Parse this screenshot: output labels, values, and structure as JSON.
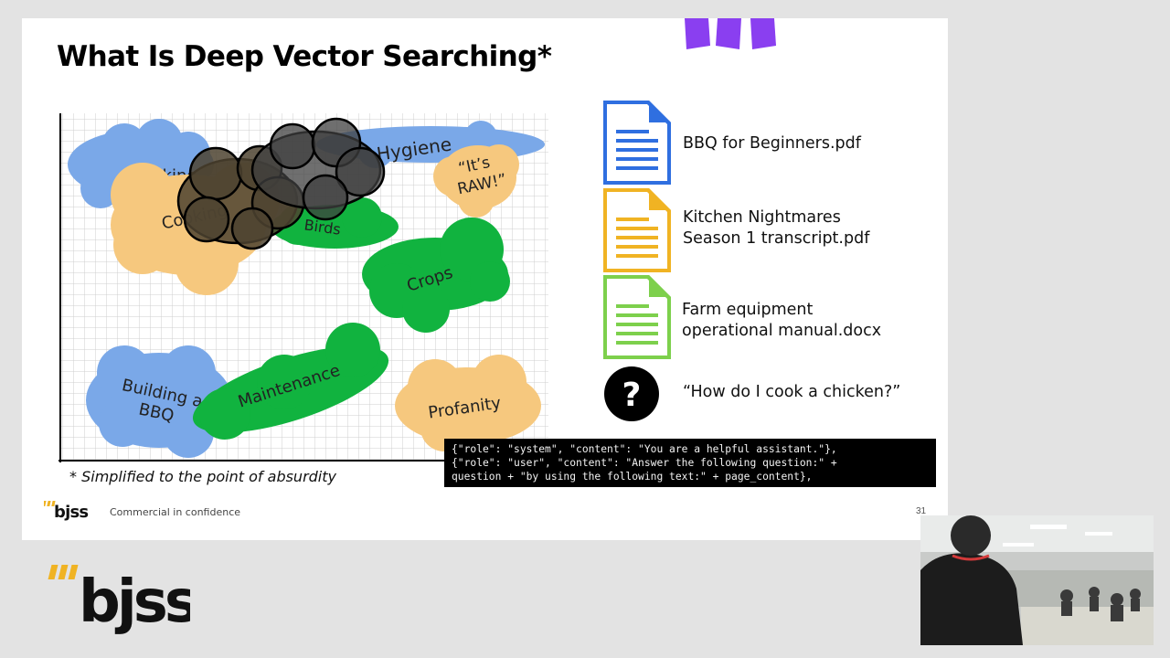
{
  "slide": {
    "title": "What Is Deep Vector Searching*",
    "footnote": "* Simplified to the point of absurdity",
    "footer_text": "Commercial in confidence",
    "page_number": "31",
    "logo_text": "bjss"
  },
  "diagram": {
    "clusters": [
      {
        "label": "Cooking",
        "color": "#7aa8e8"
      },
      {
        "label": "Hygiene",
        "color": "#7aa8e8"
      },
      {
        "label": "Cooking",
        "color": "#f6c87e"
      },
      {
        "label": "“It’s",
        "label2": "RAW!”",
        "color": "#f6c87e"
      },
      {
        "label": "Birds",
        "color": "#11b33f"
      },
      {
        "label": "Crops",
        "color": "#11b33f"
      },
      {
        "label": "Building a",
        "label2": "BBQ",
        "color": "#7aa8e8"
      },
      {
        "label": "Maintenance",
        "color": "#11b33f"
      },
      {
        "label": "Profanity",
        "color": "#f6c87e"
      }
    ]
  },
  "documents": [
    {
      "line1": "BBQ for Beginners.pdf",
      "line2": "",
      "color": "#2f6fe0"
    },
    {
      "line1": "Kitchen Nightmares",
      "line2": "Season 1 transcript.pdf",
      "color": "#f0b323"
    },
    {
      "line1": "Farm equipment",
      "line2": "operational manual.docx",
      "color": "#7dd04c"
    }
  ],
  "query": {
    "icon": "question-mark-icon",
    "text": "“How do I cook a chicken?”"
  },
  "code": {
    "line1": "{\"role\": \"system\", \"content\": \"You are a helpful assistant.\"},",
    "line2": "{\"role\": \"user\", \"content\": \"Answer the following question:\" +",
    "line3": "question + \"by using the following text:\" + page_content},"
  },
  "brand": {
    "purple": "#8a3ff0",
    "gold": "#f0b323",
    "logo_text": "bjss"
  }
}
